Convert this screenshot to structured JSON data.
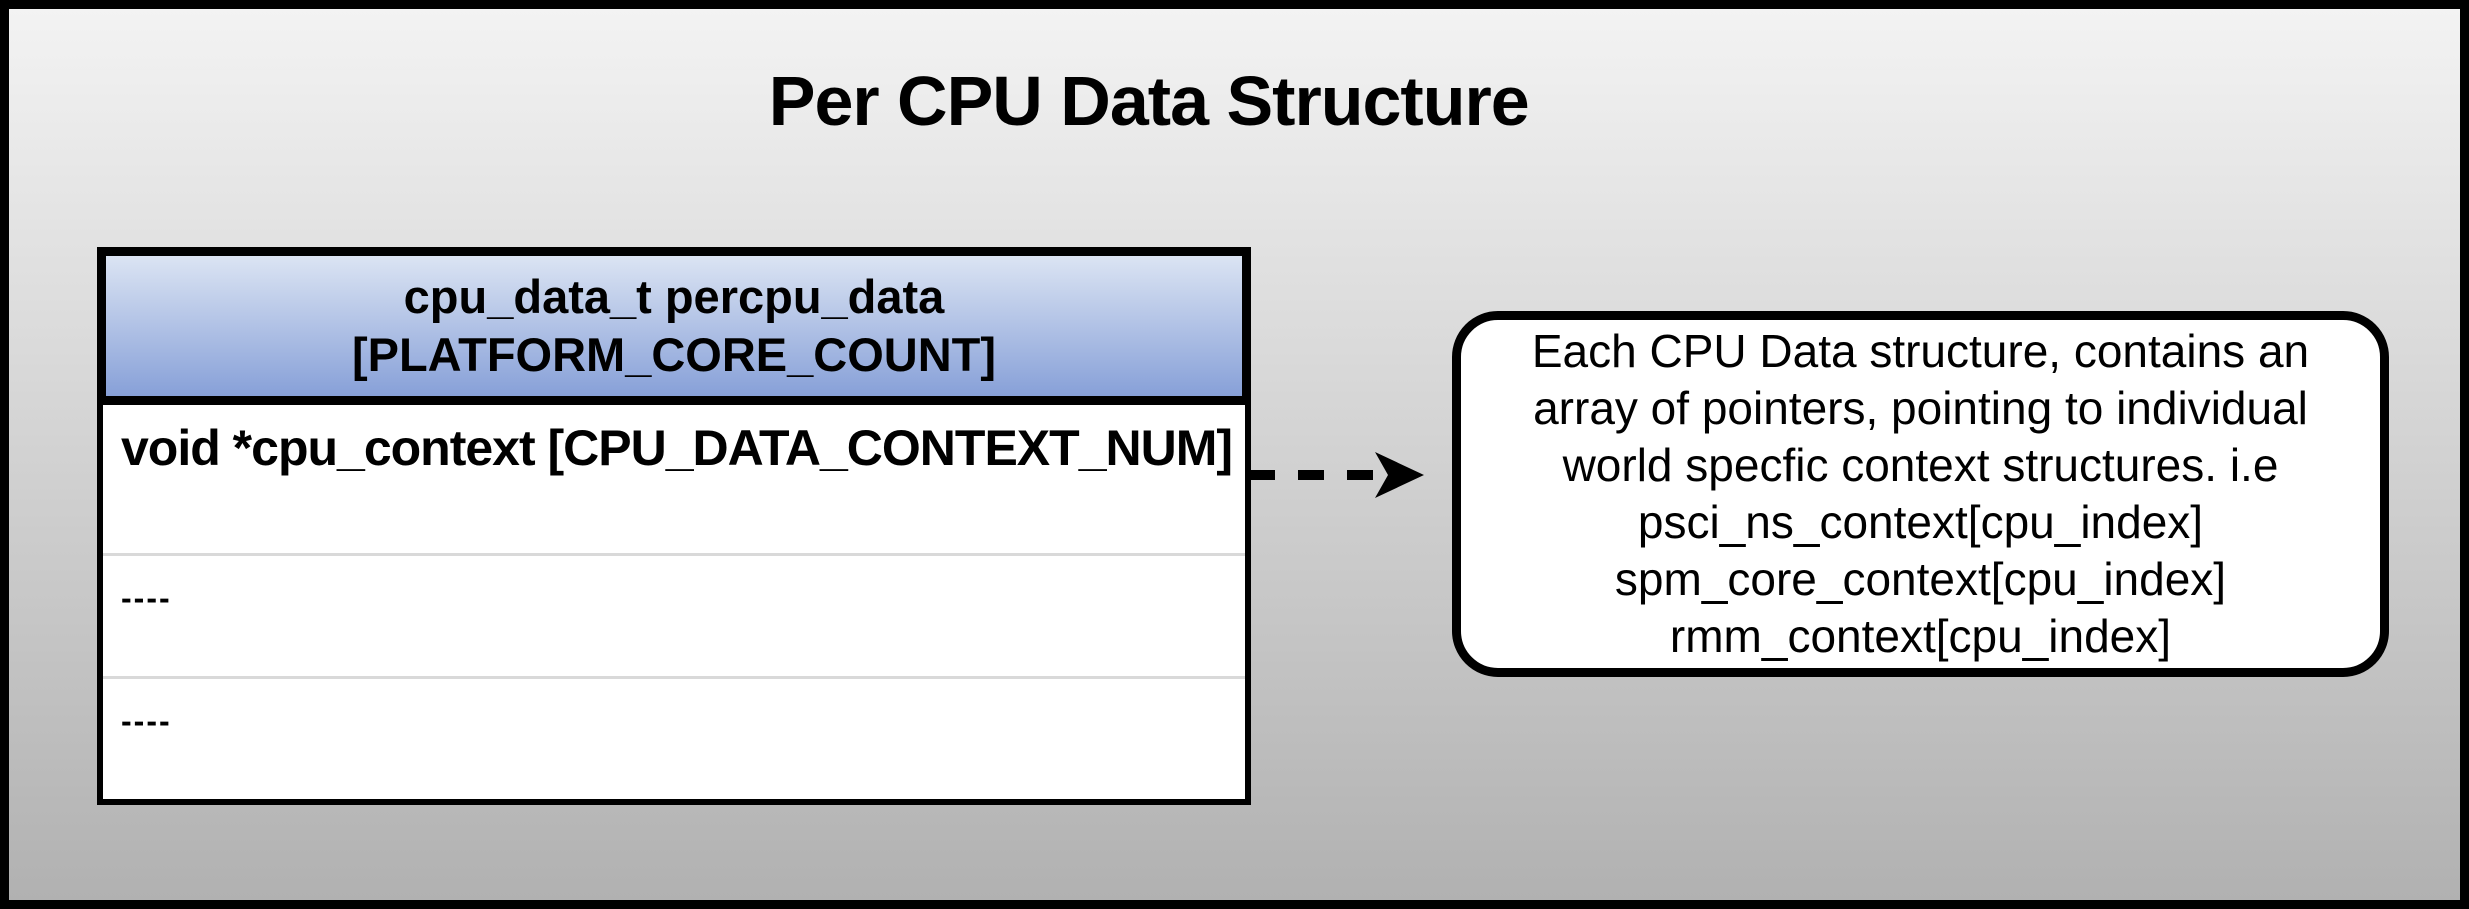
{
  "title": "Per CPU Data Structure",
  "table": {
    "header": {
      "line1": "cpu_data_t percpu_data",
      "line2": "[PLATFORM_CORE_COUNT]"
    },
    "rows": [
      {
        "text": "void *cpu_context [CPU_DATA_CONTEXT_NUM]"
      },
      {
        "text": "----"
      },
      {
        "text": "----"
      }
    ]
  },
  "connector": {
    "style": "dashed",
    "direction": "right"
  },
  "callout": {
    "lines": [
      "Each CPU Data structure, contains an",
      "array of pointers, pointing to individual",
      "world specfic context structures. i.e",
      "psci_ns_context[cpu_index]",
      "spm_core_context[cpu_index]",
      "rmm_context[cpu_index]"
    ]
  },
  "colors": {
    "bg-top": "#f3f3f3",
    "bg-bottom": "#b1b1b1",
    "header-top": "#dbe4f3",
    "header-bottom": "#87a0d8",
    "divider": "#d9d9d9",
    "stroke": "#000000"
  }
}
